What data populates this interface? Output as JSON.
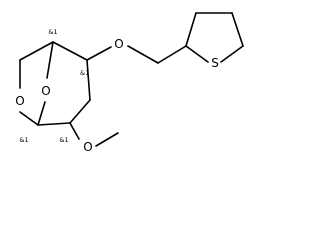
{
  "molecule": {
    "atoms": {
      "o_ring_left": "O",
      "o_bridge": "O",
      "o_ether_top": "O",
      "o_methoxy": "O",
      "s_thiolane": "S"
    },
    "stereo_labels": {
      "c5": "&1",
      "c1": "&1",
      "c4": "&1",
      "c2": "&1"
    },
    "colors": {
      "bond": "#000000",
      "atom_label": "#000000",
      "background": "#ffffff"
    }
  }
}
